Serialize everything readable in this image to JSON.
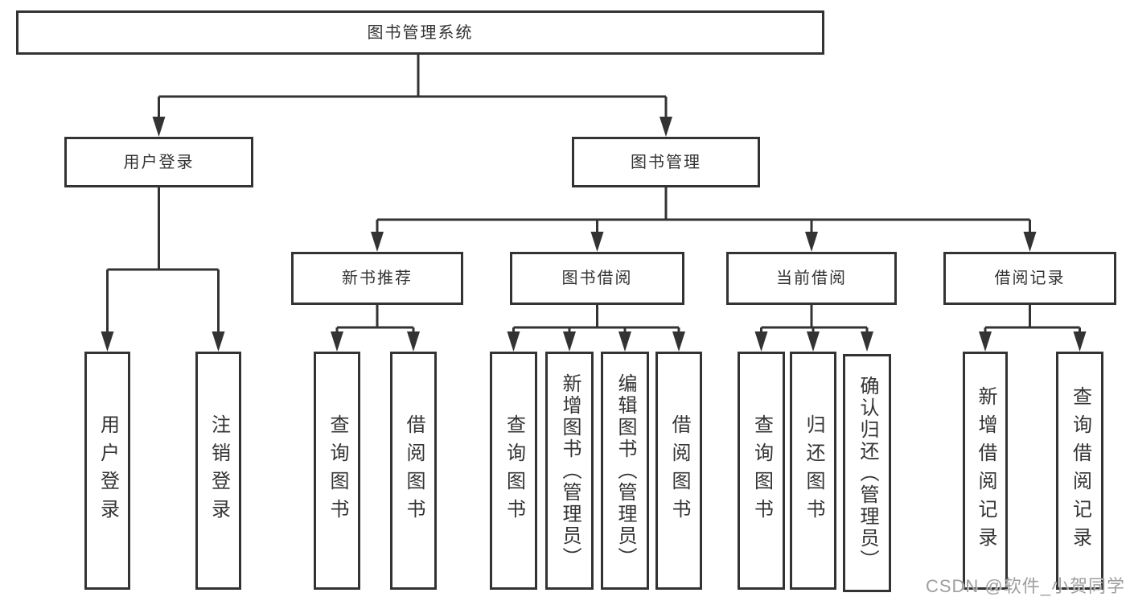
{
  "root": {
    "label": "图书管理系统"
  },
  "level2": [
    {
      "label": "用户登录"
    },
    {
      "label": "图书管理"
    }
  ],
  "level3": [
    {
      "label": "新书推荐"
    },
    {
      "label": "图书借阅"
    },
    {
      "label": "当前借阅"
    },
    {
      "label": "借阅记录"
    }
  ],
  "leaves": [
    "用户登录",
    "注销登录",
    "查询图书",
    "借阅图书",
    "查询图书",
    "新增图书（管理员）",
    "编辑图书（管理员）",
    "借阅图书",
    "查询图书",
    "归还图书",
    "确认归还（管理员）",
    "新增借阅记录",
    "查询借阅记录"
  ],
  "watermark": {
    "text": "CSDN @软件_小贺同学"
  },
  "colors": {
    "line": "#333333",
    "box_border": "#333333",
    "box_fill": "#ffffff",
    "text": "#333333",
    "watermark": "#9e9e9e"
  }
}
